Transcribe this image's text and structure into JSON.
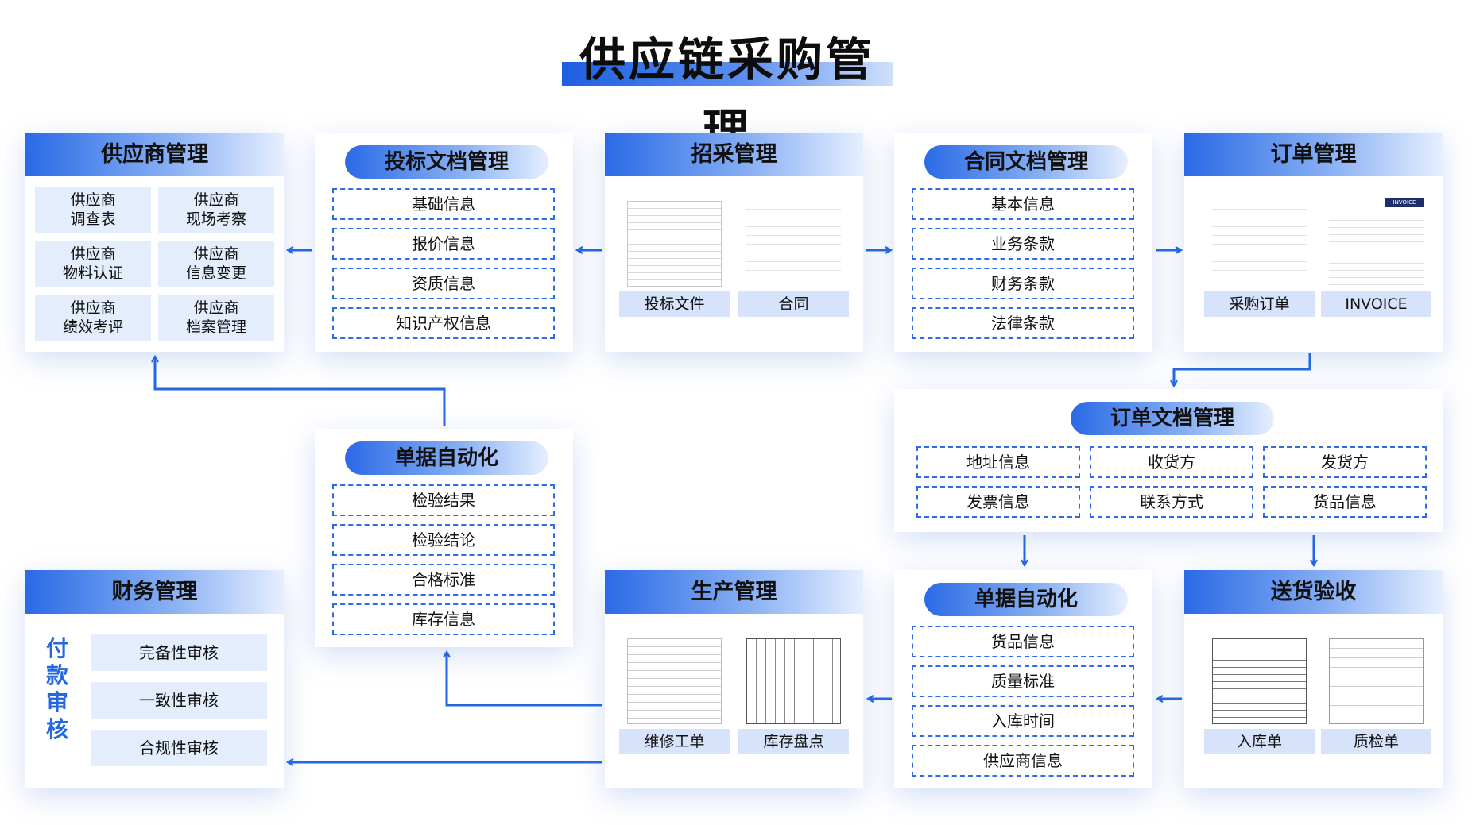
{
  "title": "供应链采购管理",
  "colors": {
    "accent": "#2467e3",
    "light": "#e4edfc",
    "caption": "#d6e3fa"
  },
  "supplier": {
    "header": "供应商管理",
    "cells": [
      "供应商\n调查表",
      "供应商\n现场考察",
      "供应商\n物料认证",
      "供应商\n信息变更",
      "供应商\n绩效考评",
      "供应商\n档案管理"
    ]
  },
  "bid_docs": {
    "header": "投标文档管理",
    "items": [
      "基础信息",
      "报价信息",
      "资质信息",
      "知识产权信息"
    ]
  },
  "procurement": {
    "header": "招采管理",
    "docs": [
      "投标文件",
      "合同"
    ]
  },
  "contract_docs": {
    "header": "合同文档管理",
    "items": [
      "基本信息",
      "业务条款",
      "财务条款",
      "法律条款"
    ]
  },
  "order": {
    "header": "订单管理",
    "docs": [
      "采购订单",
      "INVOICE"
    ],
    "doc_mark": "INVOICE"
  },
  "order_docs": {
    "header": "订单文档管理",
    "items": [
      "地址信息",
      "收货方",
      "发货方",
      "发票信息",
      "联系方式",
      "货品信息"
    ]
  },
  "automation_left": {
    "header": "单据自动化",
    "items": [
      "检验结果",
      "检验结论",
      "合格标准",
      "库存信息"
    ]
  },
  "automation_right": {
    "header": "单据自动化",
    "items": [
      "货品信息",
      "质量标准",
      "入库时间",
      "供应商信息"
    ]
  },
  "finance": {
    "header": "财务管理",
    "vertical": [
      "付",
      "款",
      "审",
      "核"
    ],
    "items": [
      "完备性审核",
      "一致性审核",
      "合规性审核"
    ]
  },
  "production": {
    "header": "生产管理",
    "docs": [
      "维修工单",
      "库存盘点"
    ]
  },
  "delivery": {
    "header": "送货验收",
    "docs": [
      "入库单",
      "质检单"
    ]
  }
}
